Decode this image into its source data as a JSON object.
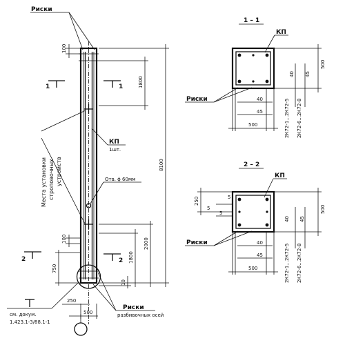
{
  "labels": {
    "riski_top": "Риски",
    "riski_sec1": "Риски",
    "riski_sec2": "Риски",
    "riski_bottom": "Риски",
    "razbivochnykh_osey": "разбивочных осей",
    "kp_sec1": "КП",
    "kp_sec2": "КП",
    "kp_side": "КП",
    "kp_count": "1шт.",
    "hole": "Отв. ϕ 60мм",
    "mesta_line1": "Места установки",
    "mesta_line2": "строповочных",
    "mesta_line3": "устройств",
    "sm_dokum_1": "см. докум.",
    "sm_dokum_2": "1.423.1-3/88.1-1",
    "sec_1_mark_left": "1",
    "sec_1_mark_right": "1",
    "sec_2_mark_left": "2",
    "sec_2_mark_right": "2",
    "section_1_title": "1 – 1",
    "section_2_title": "2 – 2"
  },
  "dimensions": {
    "top_100": "100",
    "d_1800_top": "1800",
    "d_8100": "8100",
    "d_2000": "2000",
    "d_1800_bottom": "1800",
    "bottom_100": "100",
    "d_750": "750",
    "d_250_bottom": "250",
    "d_500_bottom": "500",
    "d_10": "10",
    "s1_500_side": "500",
    "s1_500_bottom": "500",
    "s1_40_a": "40",
    "s1_45_a": "45",
    "s1_40_b": "40",
    "s1_45_b": "45",
    "s2_250": "250",
    "s2_5_a": "5",
    "s2_5_b": "5",
    "s2_5_c": "5",
    "s2_500_side": "500",
    "s2_500_bottom": "500",
    "s2_40_a": "40",
    "s2_45_a": "45",
    "s2_40_b": "40",
    "s2_45_b": "45"
  },
  "marks": {
    "s1_a": "2К72-1...2К72-5",
    "s1_b": "2К72-6...2К72-8",
    "s2_a": "2К72-1...2К72-5",
    "s2_b": "2К72-6...2К72-8"
  }
}
